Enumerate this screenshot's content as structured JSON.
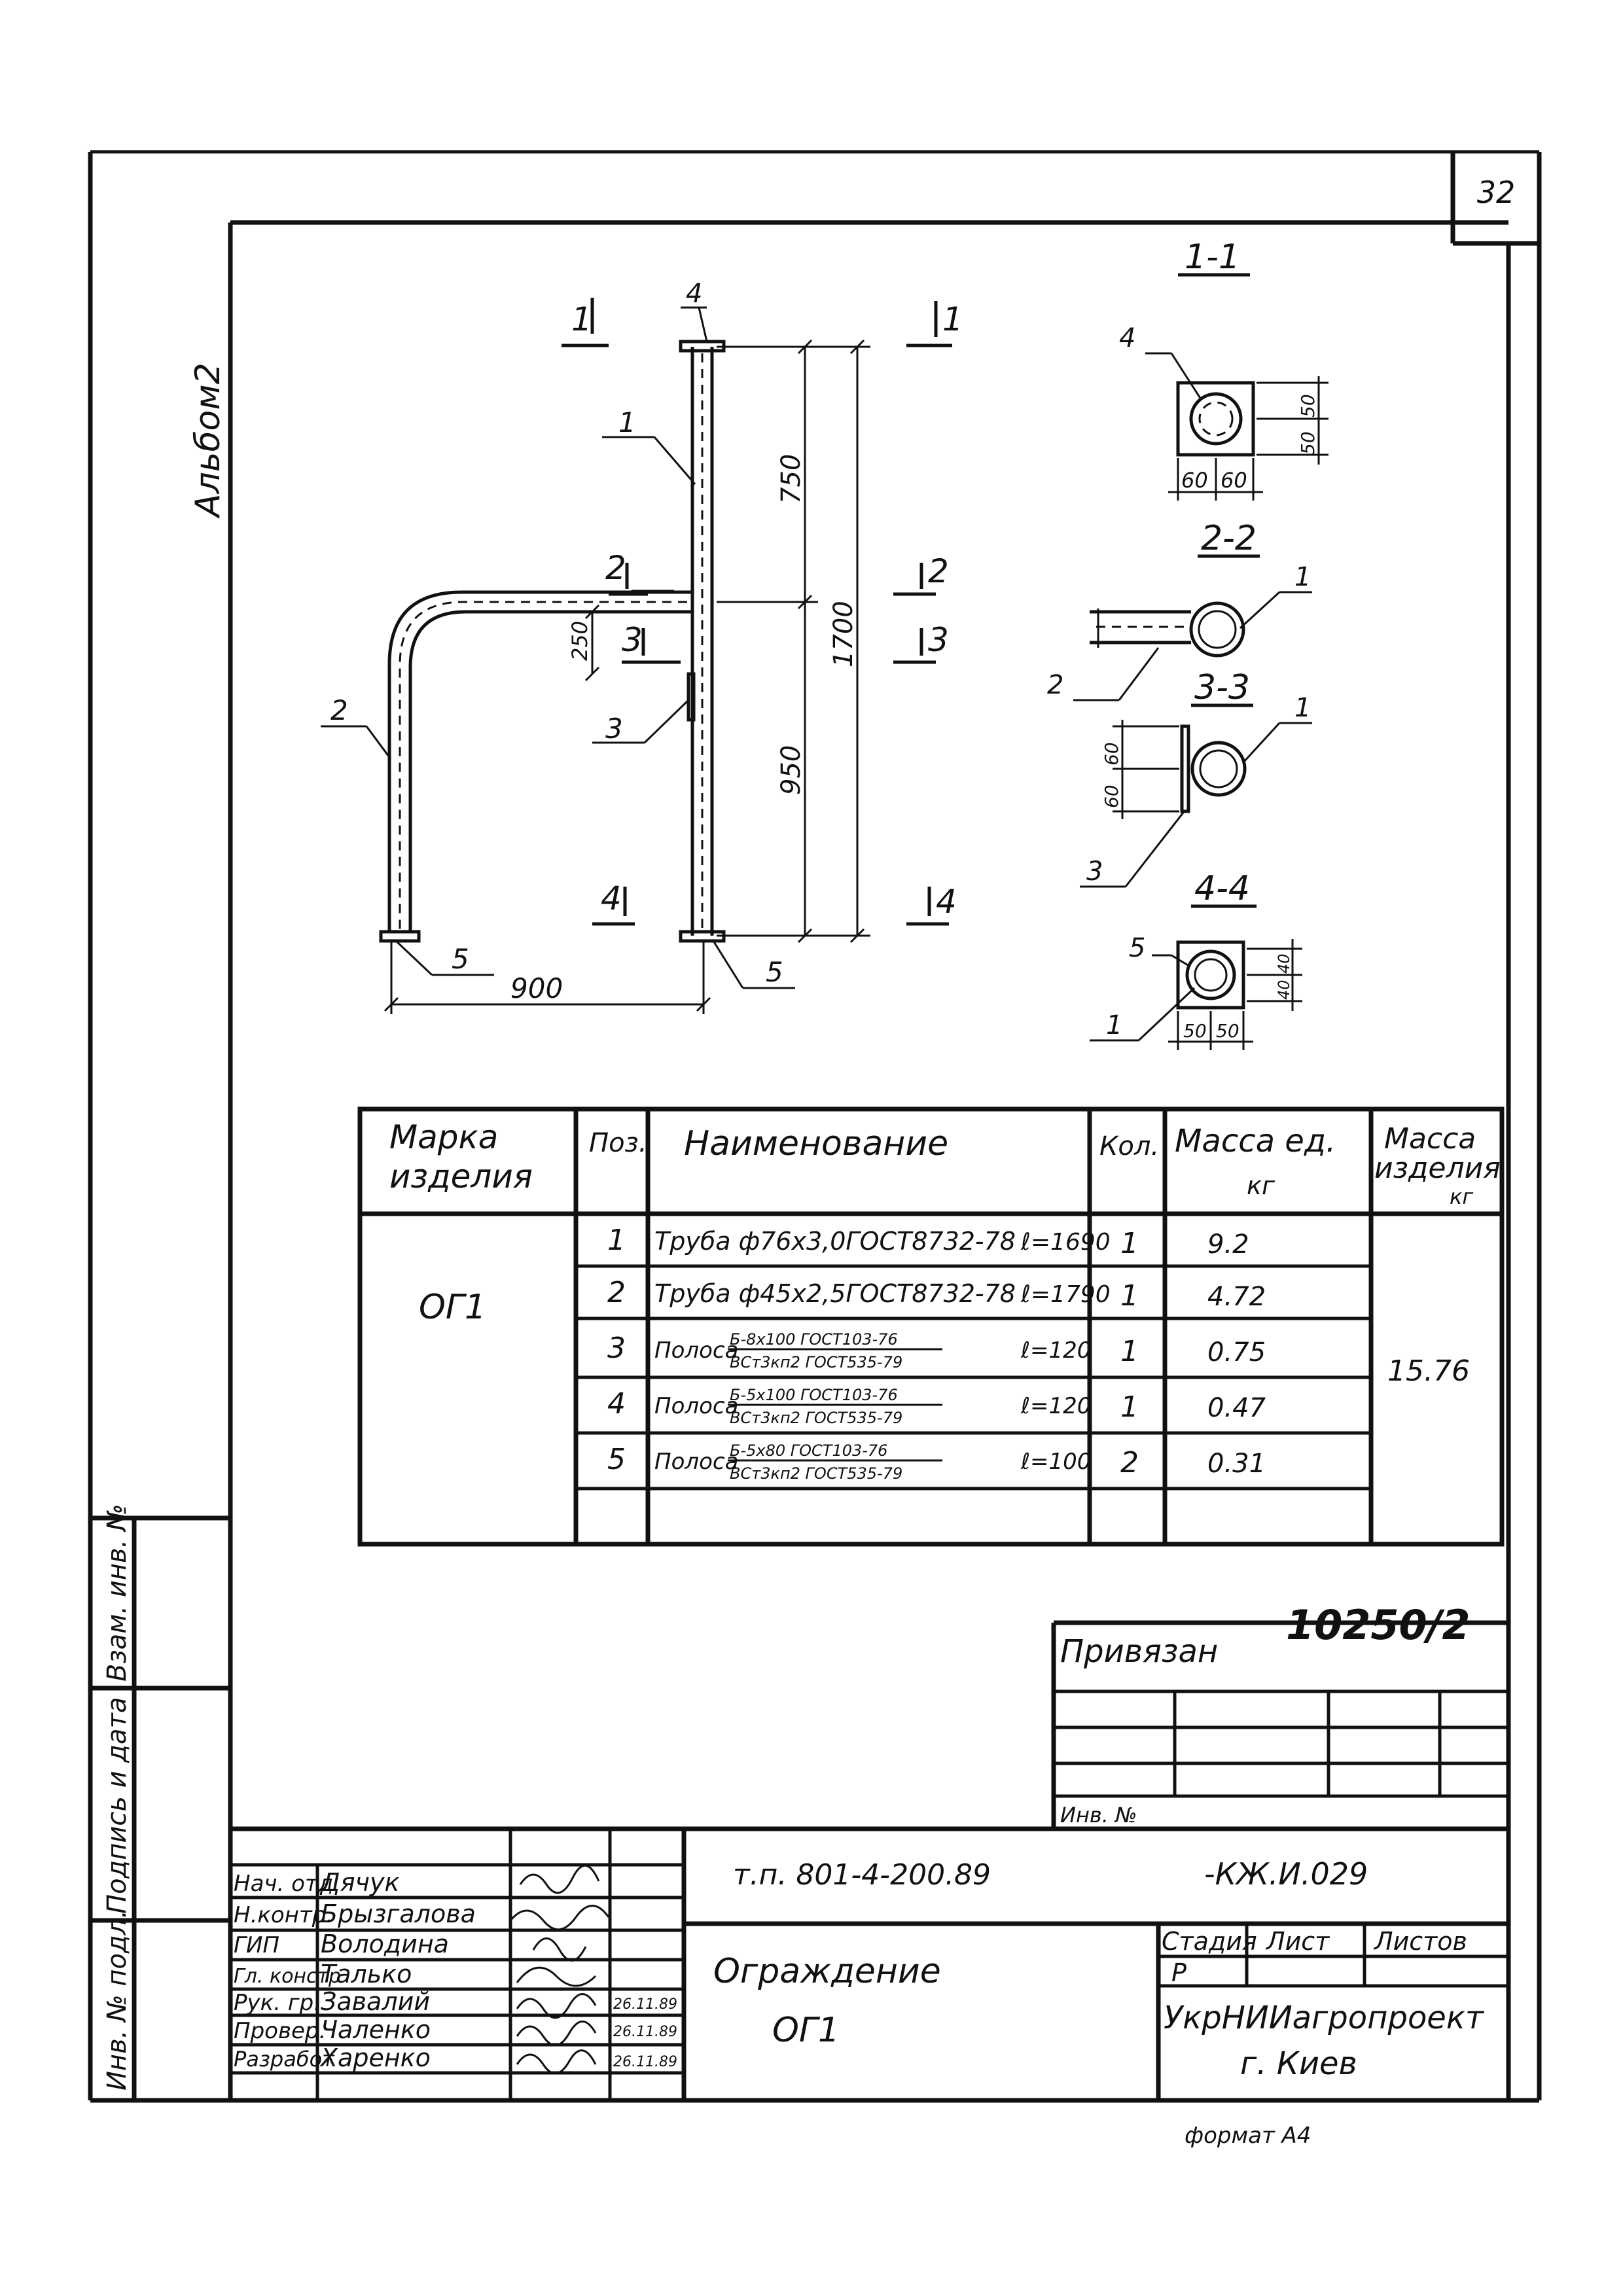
{
  "sheet": {
    "number": "32",
    "album": "Альбом2",
    "format": "формат А4",
    "registration": "10250/2",
    "project_code": "т.п. 801-4-200.89",
    "doc_code": "-КЖ.И.029",
    "title_line1": "Ограждение",
    "title_line2": "ОГ1",
    "organization": "УкрНИИагропроект",
    "city": "г. Киев",
    "stage": "Р",
    "bound_label": "Привязан",
    "inv_label": "Инв. №"
  },
  "side_stamp": {
    "field1": "Инв. № подл.",
    "field2": "Подпись и дата",
    "field3": "Взам. инв. №"
  },
  "title_block": {
    "headers": {
      "stage": "Стадия",
      "sheet": "Лист",
      "sheets": "Листов"
    },
    "rows": [
      {
        "role": "Нач. отд",
        "name": "Дячук",
        "date": ""
      },
      {
        "role": "Н.контр.",
        "name": "Брызгалова",
        "date": ""
      },
      {
        "role": "ГИП",
        "name": "Володина",
        "date": ""
      },
      {
        "role": "Гл. констр",
        "name": "Талько",
        "date": ""
      },
      {
        "role": "Рук. гр.",
        "name": "Завалий",
        "date": "26.11.89"
      },
      {
        "role": "Провер.",
        "name": "Чаленко",
        "date": "26.11.89"
      },
      {
        "role": "Разработ",
        "name": "Харенко",
        "date": "26.11.89"
      }
    ]
  },
  "spec_table": {
    "headers": {
      "mark": [
        "Марка",
        "изделия"
      ],
      "pos": "Поз.",
      "name": "Наименование",
      "qty": "Кол.",
      "unit_mass": [
        "Масса ед.",
        "кг"
      ],
      "item_mass": [
        "Масса",
        "изделия",
        "кг"
      ]
    },
    "mark": "ОГ1",
    "total_mass": "15.76",
    "rows": [
      {
        "pos": "1",
        "name": "Труба ф76х3,0ГОСТ8732-78",
        "frac_top": "",
        "frac_bottom": "",
        "length": "ℓ=1690",
        "qty": "1",
        "mass": "9.2"
      },
      {
        "pos": "2",
        "name": "Труба ф45х2,5ГОСТ8732-78",
        "frac_top": "",
        "frac_bottom": "",
        "length": "ℓ=1790",
        "qty": "1",
        "mass": "4.72"
      },
      {
        "pos": "3",
        "name": "Полоса",
        "frac_top": "Б-8х100 ГОСТ103-76",
        "frac_bottom": "ВСт3кп2 ГОСТ535-79",
        "length": "ℓ=120",
        "qty": "1",
        "mass": "0.75"
      },
      {
        "pos": "4",
        "name": "Полоса",
        "frac_top": "Б-5х100 ГОСТ103-76",
        "frac_bottom": "ВСт3кп2 ГОСТ535-79",
        "length": "ℓ=120",
        "qty": "1",
        "mass": "0.47"
      },
      {
        "pos": "5",
        "name": "Полоса",
        "frac_top": "Б-5х80 ГОСТ103-76",
        "frac_bottom": "ВСт3кп2 ГОСТ535-79",
        "length": "ℓ=100",
        "qty": "2",
        "mass": "0.31"
      }
    ]
  },
  "drawing": {
    "dims": {
      "total_height": "1700",
      "upper": "750",
      "lower": "950",
      "width": "900",
      "offset": "250"
    },
    "section_marks": [
      "1",
      "2",
      "3",
      "4"
    ],
    "positions": [
      "1",
      "2",
      "3",
      "4",
      "5"
    ],
    "section_titles": [
      "1-1",
      "2-2",
      "3-3",
      "4-4"
    ],
    "sec1_dims": [
      "60",
      "60",
      "50",
      "50"
    ],
    "sec3_dims": [
      "60",
      "60"
    ],
    "sec4_dims": [
      "50",
      "50",
      "40",
      "40"
    ]
  }
}
